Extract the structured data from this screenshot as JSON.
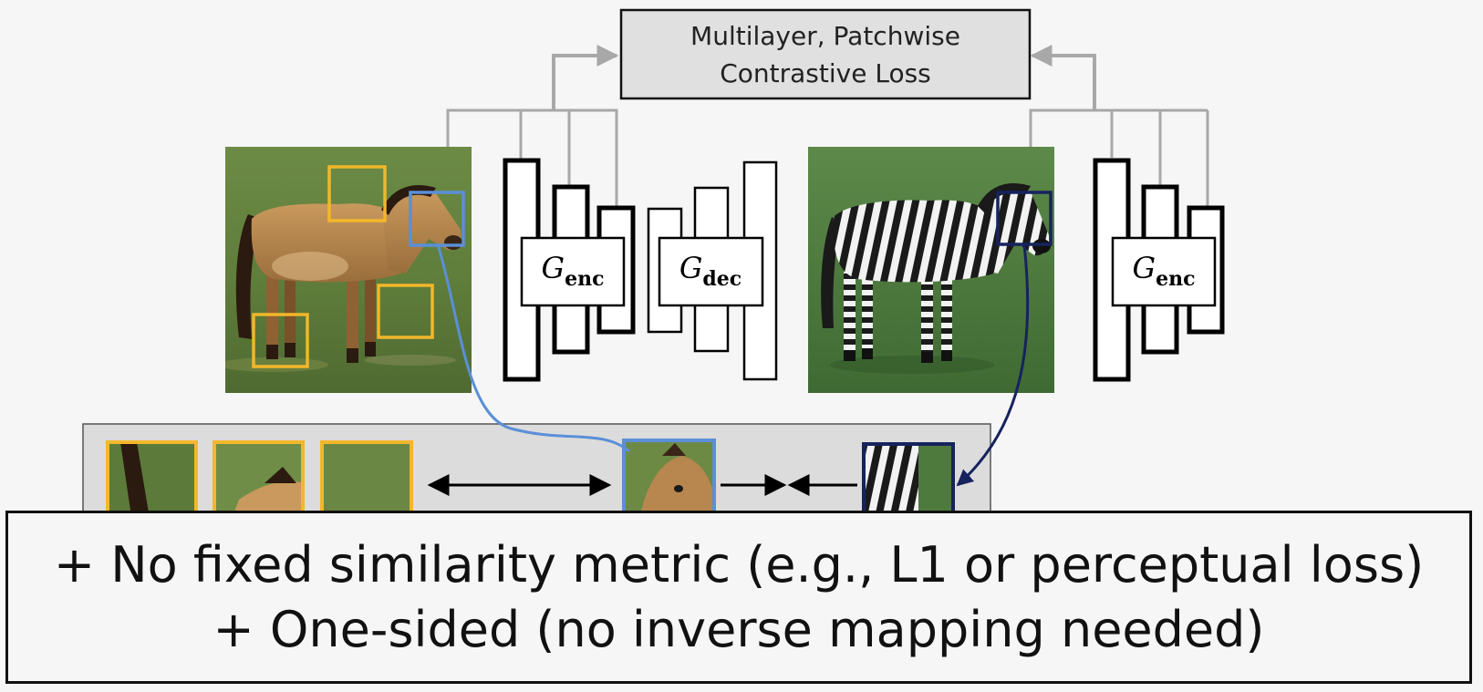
{
  "loss_box": {
    "line1": "Multilayer, Patchwise",
    "line2": "Contrastive Loss"
  },
  "networks": {
    "encoder_left": {
      "base": "G",
      "sub": "enc"
    },
    "decoder": {
      "base": "G",
      "sub": "dec"
    },
    "encoder_right": {
      "base": "G",
      "sub": "enc"
    }
  },
  "summary": {
    "line1": "+ No fixed similarity metric (e.g., L1 or perceptual loss)",
    "line2": "+ One-sided (no inverse mapping needed)"
  },
  "colors": {
    "background": "#f6f6f6",
    "loss_box_fill": "#e0e0e0",
    "connector_gray": "#a8a8a8",
    "negative_patch": "#f2b72a",
    "query_patch": "#5b8fd8",
    "positive_patch": "#16235e",
    "patch_strip_fill": "#dcdcdc"
  }
}
